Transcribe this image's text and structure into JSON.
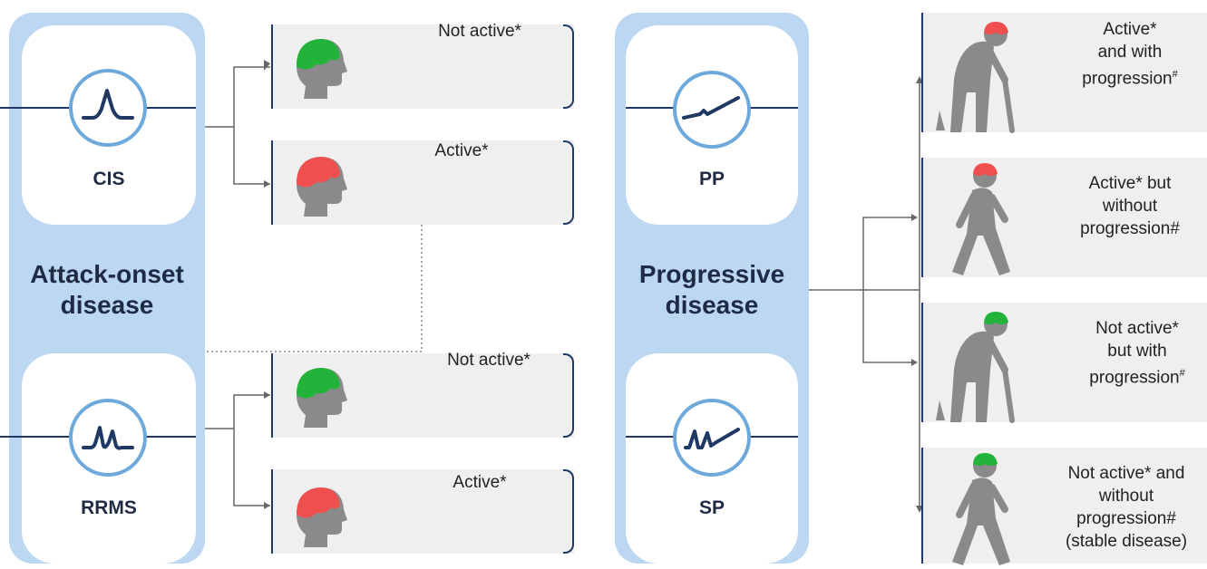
{
  "attack_onset": {
    "title_line1": "Attack-onset",
    "title_line2": "disease",
    "cis_label": "CIS",
    "rrms_label": "RRMS"
  },
  "progressive": {
    "title_line1": "Progressive",
    "title_line2": "disease",
    "pp_label": "PP",
    "sp_label": "SP"
  },
  "activity_boxes": [
    {
      "label": "Not active*",
      "brain_color": "#22b33a"
    },
    {
      "label": "Active*",
      "brain_color": "#f04f4f"
    },
    {
      "label": "Not active*",
      "brain_color": "#22b33a"
    },
    {
      "label": "Active*",
      "brain_color": "#f04f4f"
    }
  ],
  "progression_boxes": [
    {
      "line1": "Active*",
      "line2": "and with",
      "line3": "progression",
      "line3_mark": "#",
      "line4": "",
      "brain_color": "#f04f4f"
    },
    {
      "line1": "Active* but",
      "line2": "without",
      "line3": "progression#",
      "line3_mark": "",
      "line4": "",
      "brain_color": "#f04f4f"
    },
    {
      "line1": "Not active*",
      "line2": "but with",
      "line3": "progression",
      "line3_mark": "#",
      "line4": "",
      "brain_color": "#22b33a"
    },
    {
      "line1": "Not active* and",
      "line2": "without",
      "line3": "progression#",
      "line3_mark": "",
      "line4": "(stable disease)",
      "brain_color": "#22b33a"
    }
  ],
  "colors": {
    "panel": "#bcd7f1",
    "badge_ring": "#6ea9dc",
    "line": "#1f3864",
    "box": "#efefef",
    "active": "#f04f4f",
    "not_active": "#22b33a",
    "silhouette": "#8a8a8a"
  }
}
